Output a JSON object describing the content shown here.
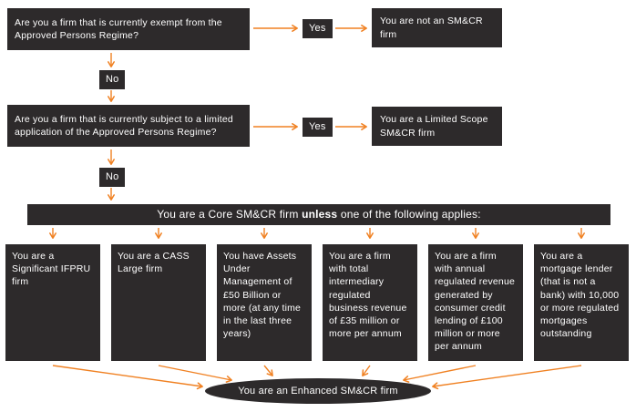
{
  "colors": {
    "box_bg": "#2d2a2b",
    "arrow": "#f08122",
    "text": "#ffffff",
    "background": "#ffffff"
  },
  "flow": {
    "q1": "Are you a firm that is currently exempt from the Approved Persons Regime?",
    "q1_yes": "Yes",
    "q1_no": "No",
    "q1_result": "You are not an SM&CR firm",
    "q2": "Are you a firm that is currently subject to a limited application of the Approved Persons Regime?",
    "q2_yes": "Yes",
    "q2_no": "No",
    "q2_result": "You are a Limited Scope SM&CR firm",
    "core_prefix": "You are a Core SM&CR firm ",
    "core_bold": "unless",
    "core_suffix": " one of the following applies:",
    "criteria": [
      "You are a Significant IFPRU firm",
      "You are a CASS Large firm",
      "You have Assets Under Management of £50 Billion or more (at any time in the last three years)",
      "You are a firm with total intermediary regulated business revenue of £35 million or more per annum",
      "You are a firm with annual regulated revenue generated by consumer credit lending of £100 million or more per annum",
      "You are a mortgage lender (that is not a bank) with 10,000 or more regulated mortgages outstanding"
    ],
    "enhanced": "You are an Enhanced SM&CR firm"
  }
}
